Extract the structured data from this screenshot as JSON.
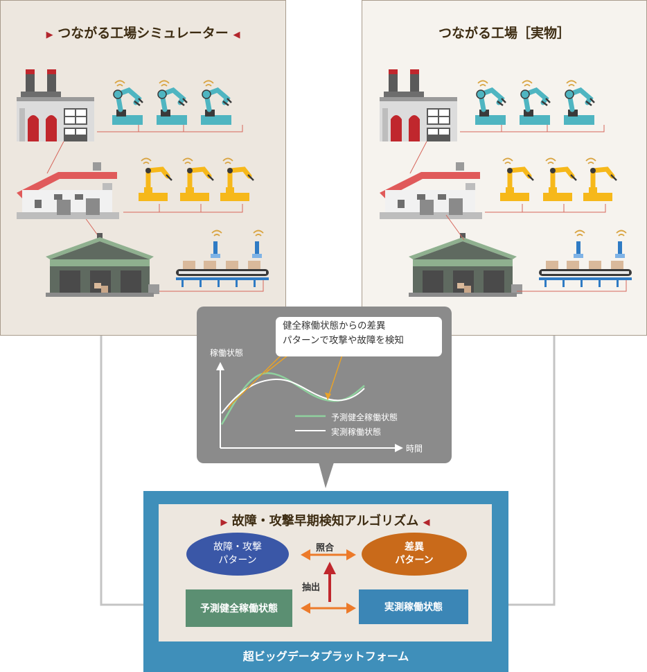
{
  "simulator": {
    "title": "つながる工場シミュレーター"
  },
  "physical": {
    "title": "つながる工場［実物］"
  },
  "chart": {
    "ylabel": "稼働状態",
    "xlabel": "時間",
    "callout_line1": "健全稼働状態からの差異",
    "callout_line2": "パターンで攻撃や故障を検知",
    "legend_predicted": "予測健全稼働状態",
    "legend_actual": "実測稼働状態"
  },
  "algorithm": {
    "title": "故障・攻撃早期検知アルゴリズム",
    "fault_line1": "故障・攻撃",
    "fault_line2": "パターン",
    "diff_line1": "差異",
    "diff_line2": "パターン",
    "compare_label": "照合",
    "extract_label": "抽出",
    "predicted_box": "予測健全稼働状態",
    "actual_box": "実測稼働状態"
  },
  "platform": {
    "title": "超ビッグデータプラットフォーム"
  },
  "colors": {
    "fault_ellipse": "#3a57a7",
    "diff_ellipse": "#c96a1a",
    "predicted_box": "#5b8f72",
    "actual_box": "#3b86b6",
    "platform": "#3f8fba",
    "arrow_orange": "#ec7a2a",
    "arrow_red": "#c0272d",
    "predicted_line": "#8fd19e",
    "actual_line": "#ffffff"
  },
  "chart_data": {
    "type": "line",
    "title": "",
    "xlabel": "時間",
    "ylabel": "稼働状態",
    "series": [
      {
        "name": "予測健全稼働状態",
        "values": [
          0,
          0.55,
          0.82,
          0.72,
          0.52,
          0.45,
          0.58
        ]
      },
      {
        "name": "実測稼働状態",
        "values": [
          0.35,
          0.62,
          0.72,
          0.62,
          0.5,
          0.46,
          0.55
        ]
      }
    ],
    "annotations": [
      "健全稼働状態からの差異",
      "パターンで攻撃や故障を検知"
    ]
  }
}
